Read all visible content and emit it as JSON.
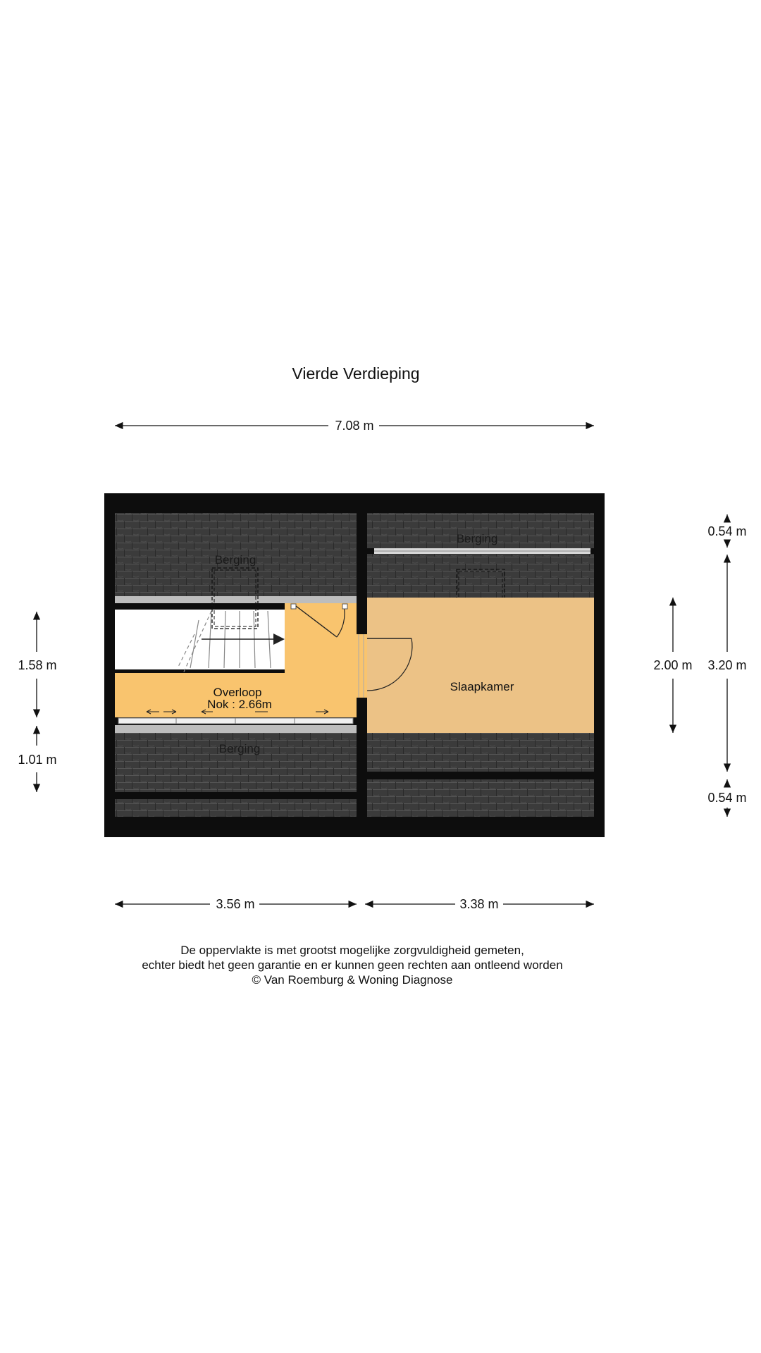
{
  "title": "Vierde Verdieping",
  "dimensions": {
    "total_width": "7.08 m",
    "left_width": "3.56 m",
    "right_width": "3.38 m",
    "left_height_upper": "1.58 m",
    "left_height_lower": "1.01 m",
    "right_top": "0.54 m",
    "right_mid": "2.00 m",
    "right_total": "3.20 m",
    "right_bottom": "0.54 m"
  },
  "rooms": {
    "berging_top_left": "Berging",
    "berging_top_right": "Berging",
    "berging_bottom_left": "Berging",
    "overloop": "Overloop",
    "nok": "Nok : 2.66m",
    "slaapkamer": "Slaapkamer"
  },
  "footer": {
    "line1": "De oppervlakte is met grootst mogelijke zorgvuldigheid gemeten,",
    "line2": "echter biedt het geen garantie en er kunnen geen rechten aan ontleend worden",
    "line3": "© Van Roemburg & Woning Diagnose"
  },
  "colors": {
    "wall": "#0d0d0d",
    "roof_tile": "#3a3a3a",
    "overloop_floor": "#f9c46e",
    "slaapkamer_floor": "#ecc286",
    "kneewall": "#bdbdbd"
  }
}
